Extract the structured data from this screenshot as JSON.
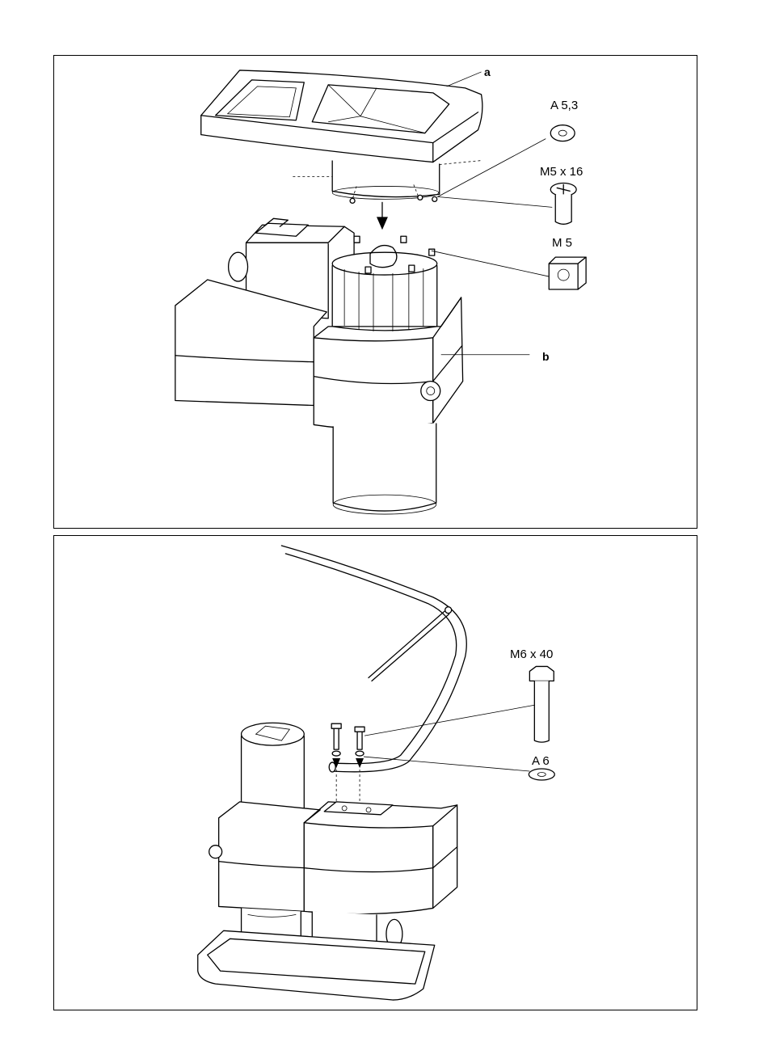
{
  "figure_top": {
    "callouts": {
      "part_a": "a",
      "part_b": "b",
      "washer": "A 5,3",
      "screw": "M5 x 16",
      "nut": "M 5"
    }
  },
  "figure_bottom": {
    "callouts": {
      "bolt": "M6 x 40",
      "washer": "A 6"
    }
  }
}
